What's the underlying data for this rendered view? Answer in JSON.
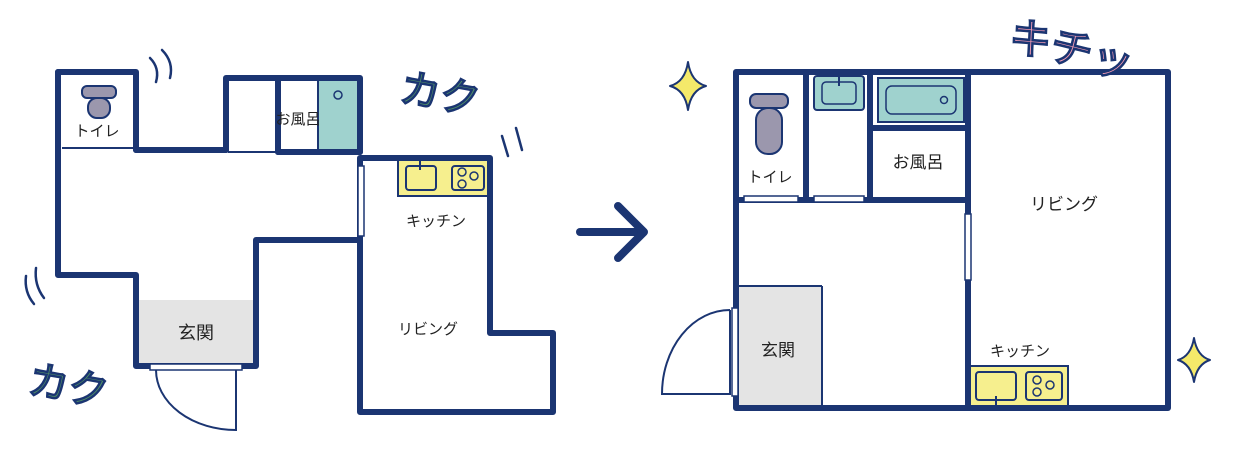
{
  "colors": {
    "wall": "#1b3572",
    "genkan_floor": "#e4e4e4",
    "kitchen": "#f6ef8e",
    "bath": "#9fd2ce",
    "toilet": "#9b97ad",
    "kaku": "#4f8f66",
    "kichi": "#f39bb4",
    "sparkle": "#f4e96a"
  },
  "left_plan": {
    "toilet": "トイレ",
    "bath": "お風呂",
    "kitchen": "キッチン",
    "living": "リビング",
    "entrance": "玄関",
    "kaku_top": "カク",
    "kaku_bottom": "カク"
  },
  "right_plan": {
    "toilet": "トイレ",
    "bath": "お風呂",
    "kitchen": "キッチン",
    "living": "リビング",
    "entrance": "玄関",
    "kichi": "キチッ"
  },
  "arrow": {
    "icon": "arrow-right-icon"
  },
  "icons": [
    "toilet-icon",
    "sink-icon",
    "stove-icon",
    "bathtub-icon",
    "door-icon",
    "sparkle-icon"
  ]
}
